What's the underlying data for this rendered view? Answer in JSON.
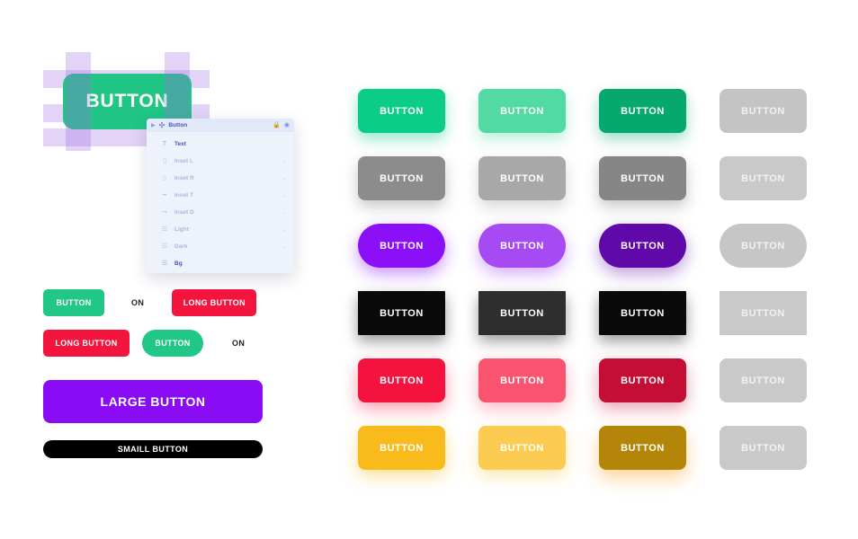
{
  "hero": {
    "button_label": "BUTTON",
    "base_color": "#21c586",
    "guide_color": "#a06ee6"
  },
  "panel": {
    "title": "Button",
    "chevron_icon": "chevron-right-icon",
    "move_icon": "move-icon",
    "lock_icon": "lock-icon",
    "visibility_icon": "eye-icon",
    "rows": [
      {
        "label": "Text",
        "icon": "text-icon",
        "active": true,
        "chevron": false
      },
      {
        "label": "Inset L",
        "icon": "inset-left-icon",
        "active": false,
        "chevron": true
      },
      {
        "label": "Inset R",
        "icon": "inset-right-icon",
        "active": false,
        "chevron": true
      },
      {
        "label": "Inset T",
        "icon": "inset-top-icon",
        "active": false,
        "chevron": true
      },
      {
        "label": "Inset D",
        "icon": "inset-down-icon",
        "active": false,
        "chevron": true
      },
      {
        "label": "Light",
        "icon": "light-icon",
        "active": false,
        "chevron": true
      },
      {
        "label": "Dark",
        "icon": "dark-icon",
        "active": false,
        "chevron": true
      },
      {
        "label": "Bg",
        "icon": "background-icon",
        "active": true,
        "chevron": false
      }
    ]
  },
  "left_column": {
    "green_small": "BUTTON",
    "on_label_1": "ON",
    "red_long_1": "LONG BUTTON",
    "red_long_2": "LONG BUTTON",
    "green_pill": "BUTTON",
    "on_label_2": "ON",
    "large_button": "LARGE BUTTON",
    "small_button": "SMAILL BUTTON"
  },
  "grid": {
    "label": "BUTTON",
    "rows": [
      {
        "name": "green",
        "shape": "rounded",
        "states": [
          {
            "state": "default",
            "color": "#0ccd87"
          },
          {
            "state": "hover",
            "color": "#53d9a3"
          },
          {
            "state": "pressed",
            "color": "#07a86d"
          },
          {
            "state": "disabled",
            "color": "#c4c4c4"
          }
        ]
      },
      {
        "name": "grey",
        "shape": "rounded",
        "states": [
          {
            "state": "default",
            "color": "#8c8c8c"
          },
          {
            "state": "hover",
            "color": "#a8a8a8"
          },
          {
            "state": "pressed",
            "color": "#868686"
          },
          {
            "state": "disabled",
            "color": "#c9c9c9"
          }
        ]
      },
      {
        "name": "purple",
        "shape": "pill",
        "states": [
          {
            "state": "default",
            "color": "#8b10f7"
          },
          {
            "state": "hover",
            "color": "#a64bf4"
          },
          {
            "state": "pressed",
            "color": "#5e09a8"
          },
          {
            "state": "disabled",
            "color": "#c6c6c6"
          }
        ]
      },
      {
        "name": "black",
        "shape": "square",
        "states": [
          {
            "state": "default",
            "color": "#0a0a0a"
          },
          {
            "state": "hover",
            "color": "#2e2e2e"
          },
          {
            "state": "pressed",
            "color": "#0a0a0a"
          },
          {
            "state": "disabled",
            "color": "#c9c9c9"
          }
        ]
      },
      {
        "name": "red",
        "shape": "rounded",
        "states": [
          {
            "state": "default",
            "color": "#f4133f"
          },
          {
            "state": "hover",
            "color": "#f9546f"
          },
          {
            "state": "pressed",
            "color": "#c40e33"
          },
          {
            "state": "disabled",
            "color": "#c9c9c9"
          }
        ]
      },
      {
        "name": "yellow",
        "shape": "rounded",
        "states": [
          {
            "state": "default",
            "color": "#f9bb1c"
          },
          {
            "state": "hover",
            "color": "#fbcb52"
          },
          {
            "state": "pressed",
            "color": "#b38508"
          },
          {
            "state": "disabled",
            "color": "#c9c9c9"
          }
        ]
      }
    ]
  }
}
